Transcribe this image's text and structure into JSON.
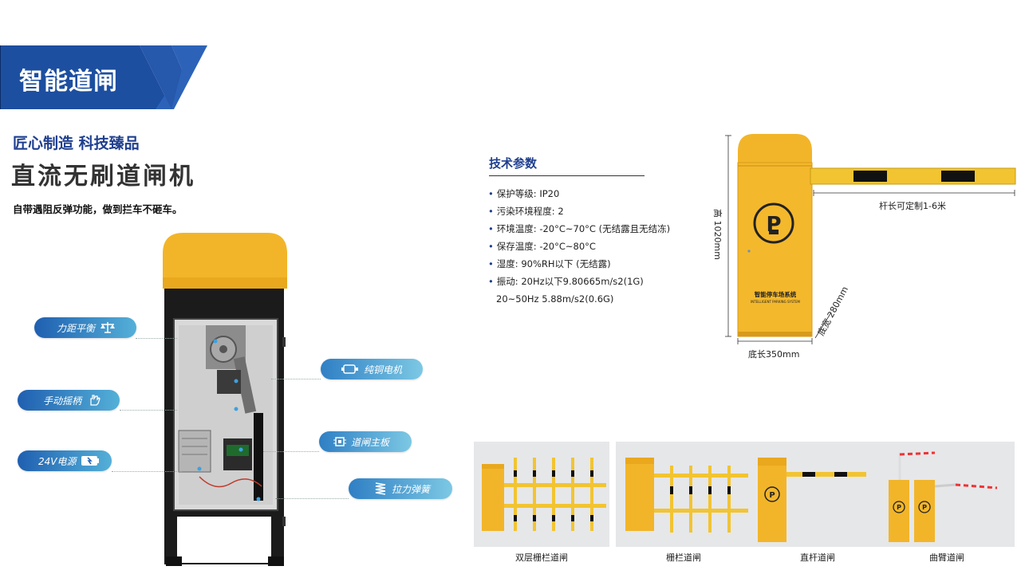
{
  "header": {
    "title": "智能道闸"
  },
  "intro": {
    "slogan": "匠心制造 科技臻品",
    "product_name": "直流无刷道闸机",
    "feature": "自带遇阻反弹功能，做到拦车不砸车。"
  },
  "callouts": [
    {
      "label": "力距平衡",
      "icon": "balance-scale-icon"
    },
    {
      "label": "纯铜电机",
      "icon": "motor-icon"
    },
    {
      "label": "手动摇柄",
      "icon": "hand-crank-icon"
    },
    {
      "label": "道闸主板",
      "icon": "chip-icon"
    },
    {
      "label": "24V电源",
      "icon": "battery-icon"
    },
    {
      "label": "拉力弹簧",
      "icon": "spring-icon"
    }
  ],
  "specs": {
    "title": "技术参数",
    "items": [
      "保护等级: IP20",
      "污染环境程度: 2",
      "环境温度: -20°C~70°C (无结露且无结冻)",
      "保存温度: -20°C~80°C",
      "湿度: 90%RH以下 (无结露)",
      "振动: 20Hz以下9.80665m/s2(1G)"
    ],
    "continuation": "20~50Hz 5.88m/s2(0.6G)"
  },
  "diagram": {
    "arm_length": "杆长可定制1-6米",
    "height": "高 1020mm",
    "base_length": "底长350mm",
    "base_width": "底宽 280mm",
    "logo_text": "智能停车场系统",
    "logo_text_en": "INTELLIGENT PARKING SYSTEM"
  },
  "gallery": [
    {
      "caption": "双层栅栏道闸"
    },
    {
      "caption": "栅栏道闸"
    },
    {
      "caption": "直杆道闸"
    },
    {
      "caption": "曲臂道闸"
    }
  ],
  "colors": {
    "accent": "#1f3f8f",
    "gate_yellow": "#f2b52a",
    "banner_blue": "#1d4fa0"
  }
}
